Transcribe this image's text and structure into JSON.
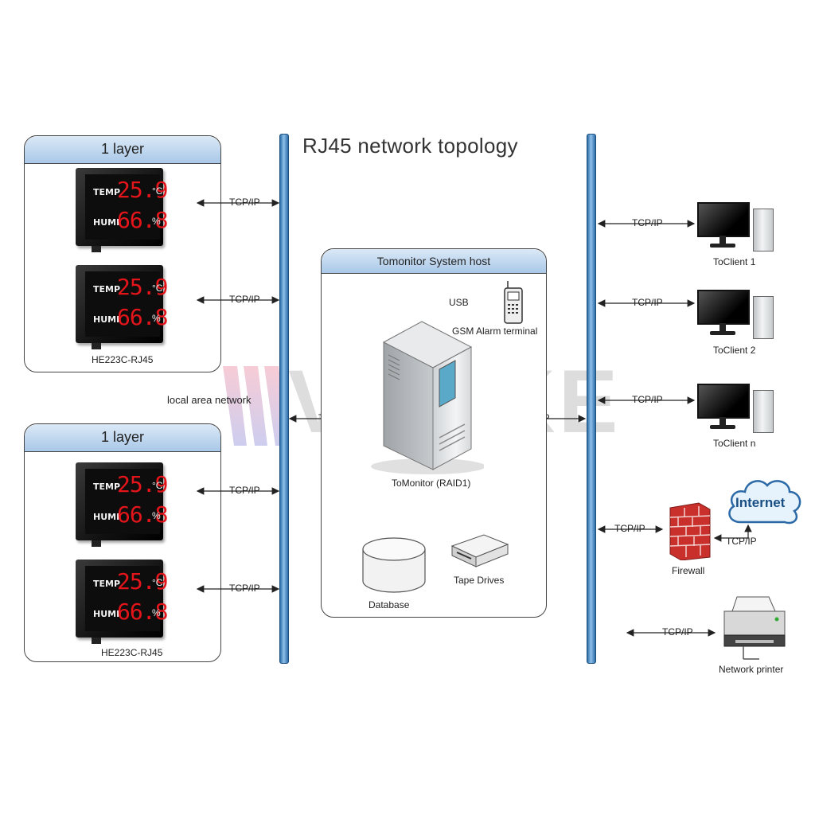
{
  "title": "RJ45 network topology",
  "watermark": "VOAKE",
  "groups": [
    {
      "header": "1 layer",
      "model": "HE223C-RJ45"
    },
    {
      "header": "1 layer",
      "model": "HE223C-RJ45"
    }
  ],
  "display": {
    "temp_label": "TEMP",
    "temp_value": "25.9",
    "temp_unit": "°C",
    "humi_label": "HUMI",
    "humi_value": "66.8",
    "humi_unit": "%"
  },
  "protocol": "TCP/IP",
  "lan_label": "local area network",
  "host": {
    "header": "Tomonitor System host",
    "usb_label": "USB",
    "gsm_label": "GSM Alarm terminal",
    "server_label": "ToMonitor (RAID1)",
    "database_label": "Database",
    "tape_label": "Tape Drives"
  },
  "clients": [
    "ToClient 1",
    "ToClient 2",
    "ToClient n"
  ],
  "firewall_label": "Firewall",
  "internet_label": "Internet",
  "printer_label": "Network printer",
  "colors": {
    "bus": "#4f8fcb",
    "header": "#b9d3ee",
    "display_digits": "#e4151a",
    "firewall": "#c9302c"
  }
}
